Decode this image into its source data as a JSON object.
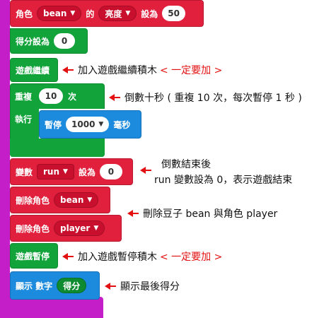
{
  "colors": {
    "stack_bar": "#c41ec8",
    "green": "#12a43a",
    "red": "#e0203c",
    "blue": "#1c8bde",
    "annotation_arrow": "#e21010"
  },
  "blocks": {
    "sprite_brightness": {
      "prefix": "角色",
      "sprite": "bean",
      "of": "的",
      "property": "亮度",
      "set_to": "設為",
      "value": "50"
    },
    "set_score": {
      "label": "得分設為",
      "value": "0"
    },
    "game_resume": {
      "label": "遊戲繼續"
    },
    "repeat": {
      "label": "重複",
      "times": "10",
      "unit": "次",
      "do_label": "執行",
      "pause_label": "暫停",
      "pause_value": "1000",
      "pause_unit": "毫秒"
    },
    "set_variable": {
      "label": "變數",
      "variable": "run",
      "set_to": "設為",
      "value": "0"
    },
    "delete_bean": {
      "label": "刪除角色",
      "sprite": "bean"
    },
    "delete_player": {
      "label": "刪除角色",
      "sprite": "player"
    },
    "game_pause": {
      "label": "遊戲暫停"
    },
    "show_number": {
      "label": "顯示 數字",
      "value": "得分"
    }
  },
  "annotations": {
    "resume": {
      "text": "加入遊戲繼續積木",
      "must": "< 一定要加 >"
    },
    "countdown": {
      "text": "倒數十秒 ( 重複 10 次，每次暫停 1 秒 )"
    },
    "end_line1": {
      "text": "倒數結束後"
    },
    "end_line2": {
      "text": "run 變數設為 0，表示遊戲結束"
    },
    "delete": {
      "text": "刪除豆子 bean 與角色 player"
    },
    "pause": {
      "text": "加入遊戲暫停積木",
      "must": "< 一定要加 >"
    },
    "show": {
      "text": "顯示最後得分"
    }
  }
}
